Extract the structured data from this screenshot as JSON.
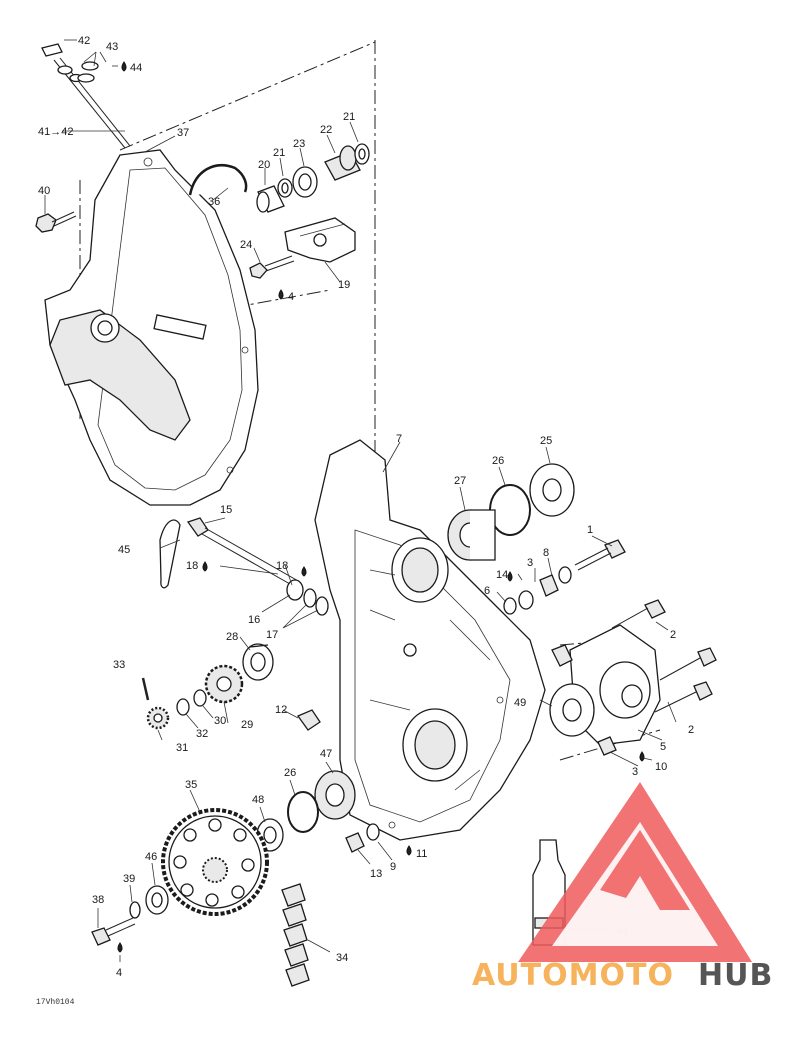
{
  "diagram": {
    "reference": "17Vh0104",
    "callouts": [
      "42",
      "43",
      "44",
      "41→42",
      "37",
      "40",
      "36",
      "20",
      "21",
      "23",
      "22",
      "21",
      "24",
      "4",
      "19",
      "7",
      "25",
      "26",
      "27",
      "1",
      "8",
      "3",
      "14",
      "6",
      "2",
      "2",
      "45",
      "15",
      "18",
      "18",
      "16",
      "17",
      "28",
      "33",
      "32",
      "30",
      "29",
      "31",
      "12",
      "47",
      "49",
      "5",
      "3",
      "10",
      "35",
      "26",
      "48",
      "46",
      "39",
      "38",
      "4",
      "13",
      "9",
      "11",
      "34",
      "44"
    ]
  },
  "watermark": {
    "text_part1": "AUTOMOTO",
    "text_part2": "HUB",
    "color_primary": "#f05a5a",
    "color_secondary": "#f7b35c",
    "color_tertiary": "#555555"
  }
}
